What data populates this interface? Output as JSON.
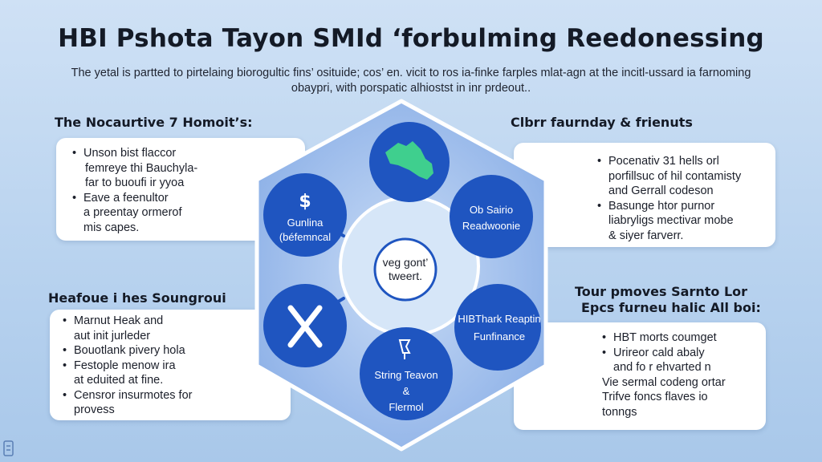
{
  "title": "HBI Pshota Tayon SMId ‘forbulming Reedonessing",
  "subtitle": [
    "The yetal is partted to pirtelaing biorogultic fins’ osituide; cos’ en. vicit to ros ia-finke farples mlat-agn at the incitl-ussard ia farnoming",
    "obaypri, with porspatic alhiostst in inr prdeout.."
  ],
  "panels": {
    "top_left": {
      "title": "The Nocaurtive 7 Homoit’s:",
      "items": [
        {
          "lines": [
            "Unson bist flaccor",
            "femreye thi Bauchyla-",
            "far to buoufi ir yyoa"
          ]
        },
        {
          "lines": [
            "Eave a feenultor",
            "a preentay ormerof",
            "mis capes."
          ]
        }
      ]
    },
    "top_right": {
      "title": "Clbrr faurnday & frienuts",
      "items": [
        {
          "lines": [
            "Pocenativ 31 hells orl",
            "porfillsuc of hil contamisty",
            "and Gerrall codeson"
          ]
        },
        {
          "lines": [
            "Basunge htor purnor",
            "liabryligs mectivar mobe",
            "& siyer farverr."
          ]
        }
      ]
    },
    "bottom_left": {
      "title": "Heafoue i hes Soungroui",
      "items": [
        {
          "lines": [
            "Marnut Heak and",
            "aut init jurleder"
          ]
        },
        {
          "lines": [
            "Bouotlank pivery hola"
          ]
        },
        {
          "lines": [
            "Festople menow ira",
            "at eduited at fine."
          ]
        },
        {
          "lines": [
            "Censror insurmotes for",
            "provess"
          ]
        }
      ]
    },
    "bottom_right": {
      "title_lines": [
        "Tour pmoves Sarnto Lor",
        "Epcs furneu halic All boi:"
      ],
      "items": [
        {
          "lines": [
            "HBT morts coumget"
          ]
        },
        {
          "lines": [
            "Urireor cald abaly",
            "and fo r ehvarted n"
          ]
        },
        {
          "lines": [
            "Vie sermal codeng ortar",
            "Trifve foncs flaves io",
            "tonngs"
          ]
        }
      ]
    }
  },
  "diagram": {
    "center": "veg gont’ tweert.",
    "nodes": {
      "top": {
        "icon": "map-icon",
        "label": ""
      },
      "left": {
        "icon": "dollar-icon",
        "symbol": "$",
        "label_lines": [
          "Gunlina",
          "(béfemncal"
        ]
      },
      "right_top": {
        "label_lines": [
          "Ob Sairio",
          "Readwoonie"
        ]
      },
      "left_bottom": {
        "icon": "close-icon",
        "label": ""
      },
      "right_bottom": {
        "label_lines": [
          "HIBThark Reaptin",
          "Funfinance"
        ]
      },
      "bottom": {
        "icon": "tool-icon",
        "label_lines": [
          "String Teavon",
          "&",
          "Flermol"
        ]
      }
    }
  },
  "colors": {
    "background": "#b9d3ef",
    "node_blue": "#1f55c0",
    "hexagon": "#8fb1e6",
    "center_fill": "#d6e6f8",
    "map_green": "#3fcf8e"
  }
}
